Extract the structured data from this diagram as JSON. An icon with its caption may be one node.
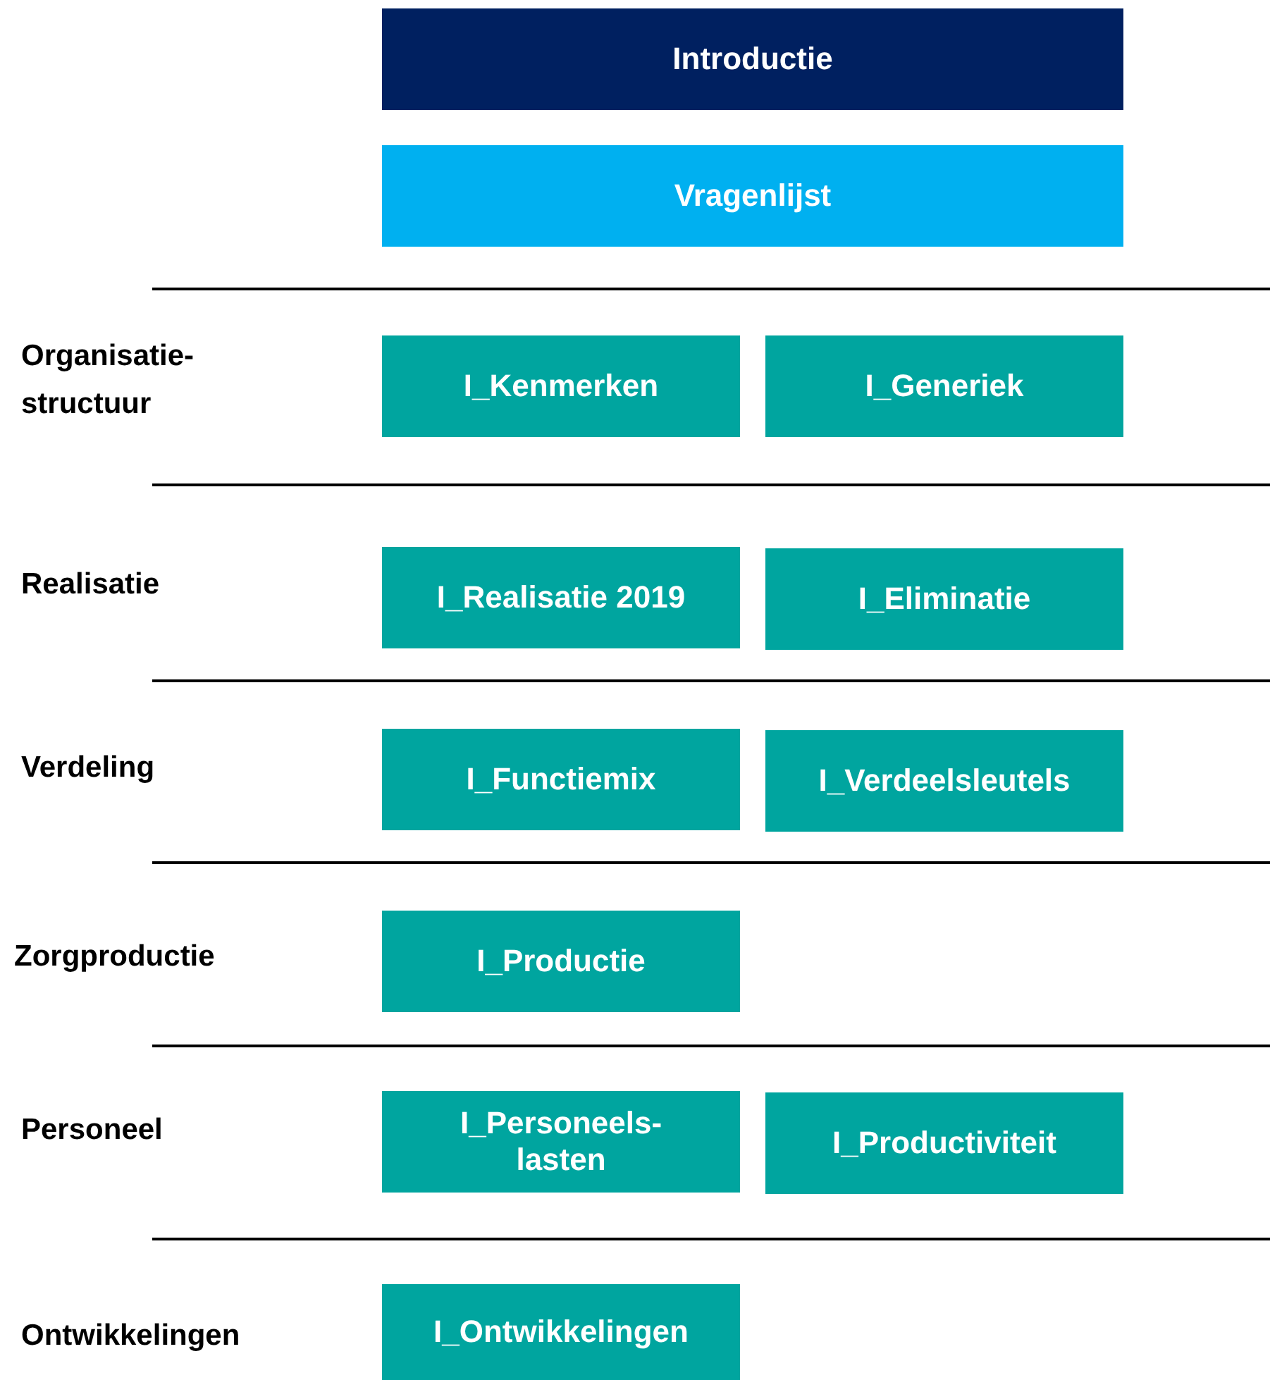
{
  "diagram": {
    "nodes": [
      {
        "text": [
          "Introductie"
        ]
      },
      {
        "text": [
          "Vragenlijst"
        ]
      },
      {
        "text": [
          "I_Kenmerken"
        ]
      },
      {
        "text": [
          "I_Generiek"
        ]
      },
      {
        "text": [
          "I_Realisatie 2019"
        ]
      },
      {
        "text": [
          "I_Eliminatie"
        ]
      },
      {
        "text": [
          "I_Functiemix"
        ]
      },
      {
        "text": [
          "I_Verdeelsleutels"
        ]
      },
      {
        "text": [
          "I_Productie"
        ]
      },
      {
        "text": [
          "I_Personeels-lasten"
        ]
      },
      {
        "text": [
          "I_Productiviteit"
        ]
      },
      {
        "text": [
          "I_Ontwikkelingen"
        ]
      }
    ],
    "labels": [
      "Organisatie-structuur",
      "Realisatie",
      "Verdeling",
      "Zorgproductie",
      "Personeel",
      "Ontwikkelingen"
    ]
  }
}
